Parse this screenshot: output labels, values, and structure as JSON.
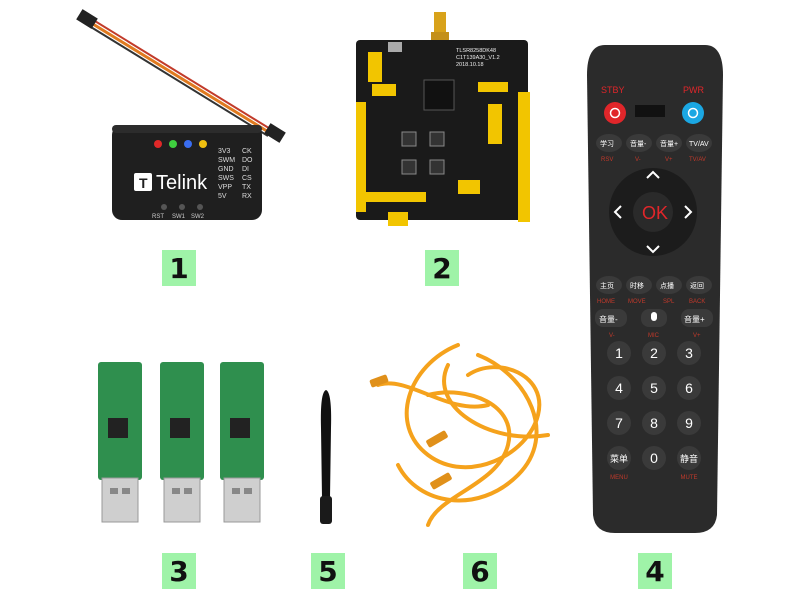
{
  "badges": [
    "1",
    "2",
    "3",
    "4",
    "5",
    "6"
  ],
  "item1": {
    "brand": "Telink",
    "pins": [
      "3V3",
      "SWM",
      "GND",
      "SWS",
      "VPP",
      "5V"
    ],
    "pins_right": [
      "CK",
      "DO",
      "DI",
      "CS",
      "TX",
      "RX"
    ],
    "buttons": [
      "RST",
      "SW1",
      "SW2"
    ]
  },
  "item2": {
    "board_label": "TLSR8258DK48",
    "board_version": "C1T139A30_V1.2",
    "board_date": "2018.10.18"
  },
  "item4": {
    "stby": "STBY",
    "pwr": "PWR",
    "row1": [
      "学习",
      "音量-",
      "音量+",
      "TV/AV"
    ],
    "row1_sub": [
      "RSV",
      "V-",
      "V+",
      "TV/AV"
    ],
    "ok": "OK",
    "row2": [
      "主页",
      "时移",
      "点播",
      "返回"
    ],
    "row2_sub": [
      "HOME",
      "MOVE",
      "SPL",
      "BACK"
    ],
    "vol_minus": "音量-",
    "vol_plus": "音量+",
    "mic_sub": "MIC",
    "v_minus": "V-",
    "v_plus": "V+",
    "keys": [
      "1",
      "2",
      "3",
      "4",
      "5",
      "6",
      "7",
      "8",
      "9"
    ],
    "menu": "菜单",
    "menu_sub": "MENU",
    "zero": "0",
    "mute": "静音",
    "mute_sub": "MUTE"
  },
  "colors": {
    "badge_green": "#9ff3a8",
    "pcb_black": "#1a1a1a",
    "header_yellow": "#f2c500",
    "dongle_green": "#2f8f4e",
    "cable_orange": "#f5a21c",
    "remote_body": "#2b2b2b",
    "ok_red": "#e0262a",
    "pwr_blue": "#1ba7e3"
  }
}
